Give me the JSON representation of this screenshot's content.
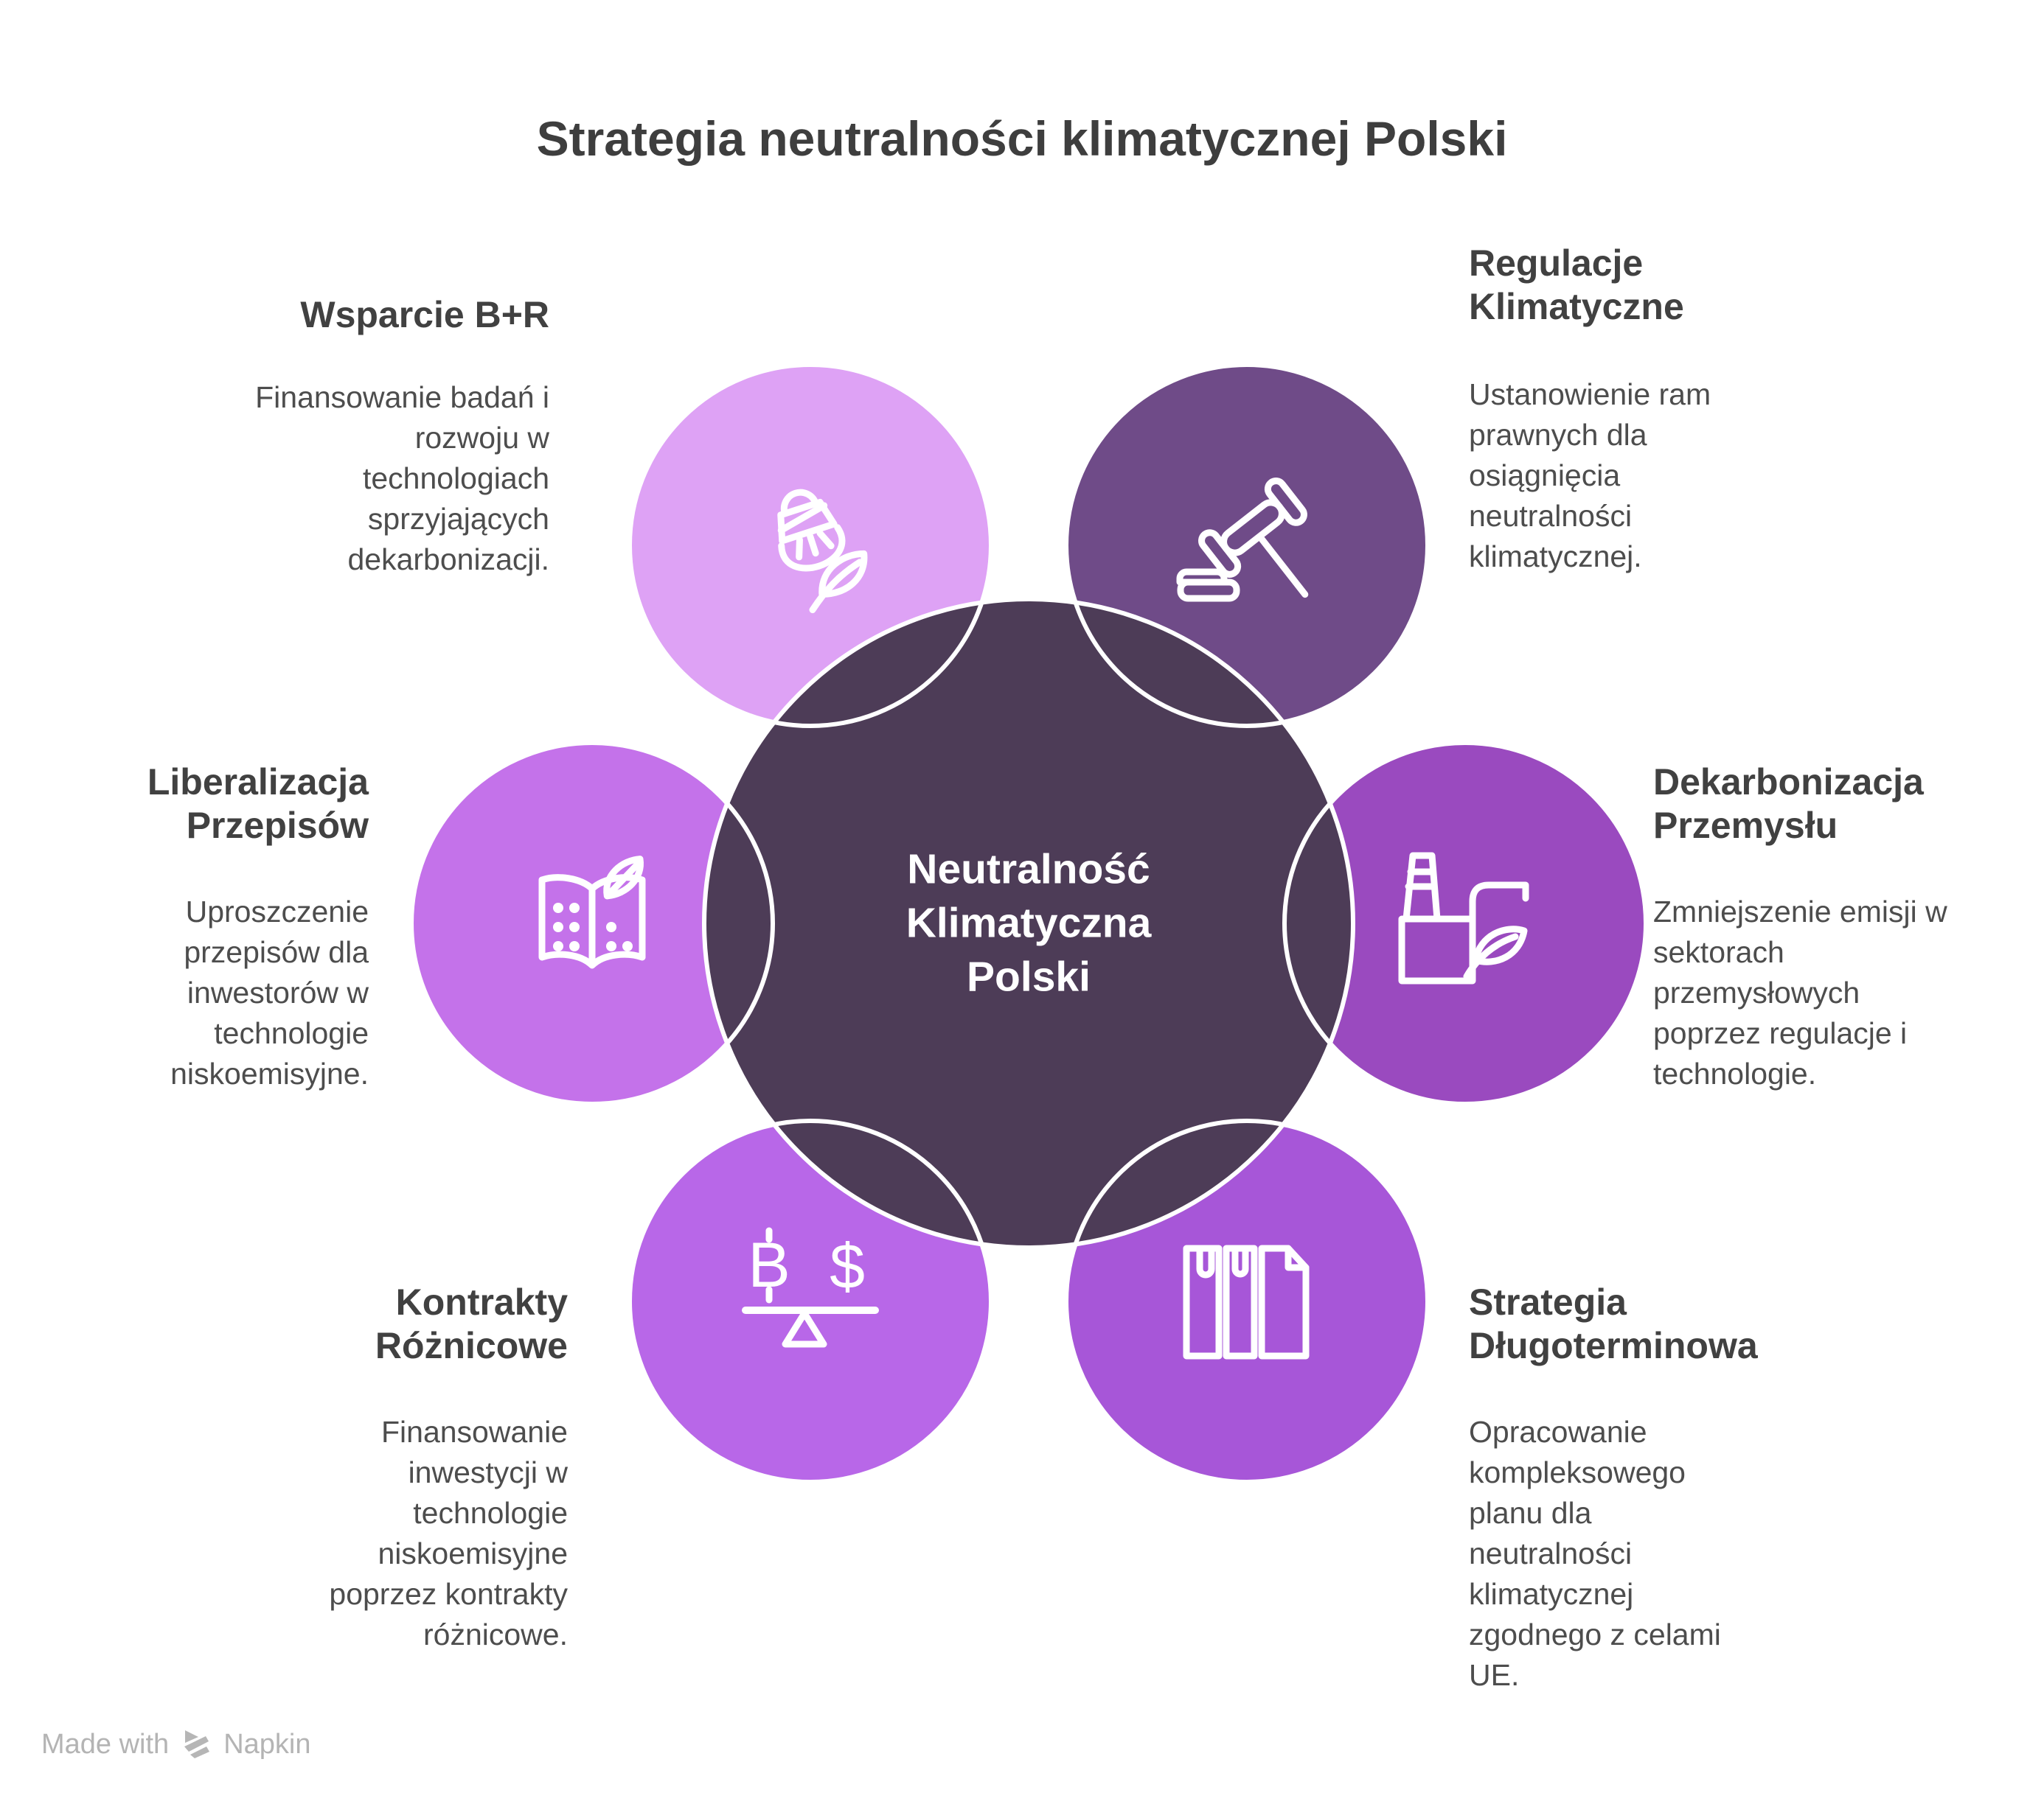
{
  "page": {
    "title": "Strategia neutralności klimatycznej Polski"
  },
  "center": {
    "label": "Neutralność Klimatyczna Polski",
    "fill": "#4d3c57",
    "text_color": "#ffffff"
  },
  "sections": [
    {
      "title": "Wsparcie B+R",
      "description": "Finansowanie badań i rozwoju w technologiach sprzyjających dekarbonizacji.",
      "circle_fill": "#dea2f5",
      "icon": "lightbulb-leaf-icon"
    },
    {
      "title": "Regulacje Klimatyczne",
      "description": "Ustanowienie ram prawnych dla osiągnięcia neutralności klimatycznej.",
      "circle_fill": "#6f4b88",
      "icon": "gavel-icon"
    },
    {
      "title": "Liberalizacja Przepisów",
      "description": "Uproszczenie przepisów dla inwestorów w technologie niskoemisyjne.",
      "circle_fill": "#c472ea",
      "icon": "open-book-leaf-icon"
    },
    {
      "title": "Dekarbonizacja Przemysłu",
      "description": "Zmniejszenie emisji w sektorach przemysłowych poprzez regulacje i technologie.",
      "circle_fill": "#9a4abf",
      "icon": "factory-leaf-icon"
    },
    {
      "title": "Kontrakty Różnicowe",
      "description": "Finansowanie inwestycji w technologie niskoemisyjne poprzez kontrakty różnicowe.",
      "circle_fill": "#b867e8",
      "icon": "balance-scale-icon"
    },
    {
      "title": "Strategia Długoterminowa",
      "description": "Opracowanie kompleksowego planu dla neutralności klimatycznej zgodnego z celami UE.",
      "circle_fill": "#a756d8",
      "icon": "books-icon"
    }
  ],
  "scale_icon": {
    "left_symbol": "B",
    "right_symbol": "$"
  },
  "footer": {
    "made_with": "Made with",
    "brand": "Napkin"
  },
  "colors": {
    "title_text": "#3e3e3e",
    "heading_text": "#414141",
    "body_text": "#4d4d4d",
    "outline": "#ffffff",
    "footer_text": "#b4b4b4"
  }
}
